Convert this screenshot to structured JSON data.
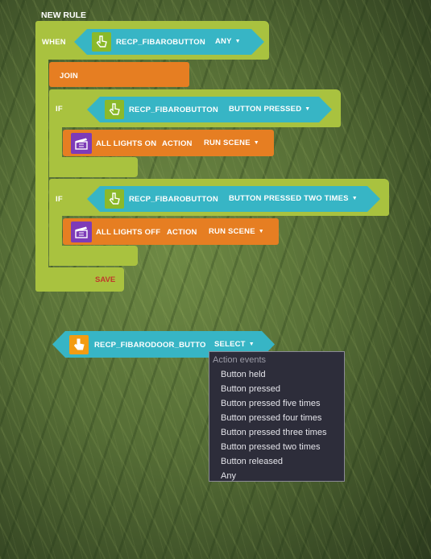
{
  "title": "NEW RULE",
  "when": {
    "label": "WHEN",
    "device": "RECP_FIBAROBUTTON",
    "event": "ANY"
  },
  "join": {
    "label": "JOIN"
  },
  "if1": {
    "label": "IF",
    "device": "RECP_FIBAROBUTTON",
    "event": "BUTTON PRESSED",
    "scene": "ALL LIGHTS ON",
    "action_label": "ACTION",
    "action": "RUN SCENE"
  },
  "if2": {
    "label": "IF",
    "device": "RECP_FIBAROBUTTON",
    "event": "BUTTON PRESSED TWO TIMES",
    "scene": "ALL LIGHTS OFF",
    "action_label": "ACTION",
    "action": "RUN SCENE"
  },
  "save": {
    "label": "SAVE"
  },
  "floating": {
    "device": "RECP_FIBARODOOR_BUTTO",
    "select": "SELECT"
  },
  "dropdown": {
    "header": "Action events",
    "options": [
      "Button held",
      "Button pressed",
      "Button pressed five times",
      "Button pressed four times",
      "Button pressed three times",
      "Button pressed two times",
      "Button released",
      "Any"
    ]
  },
  "colors": {
    "green": "#a9c23f",
    "orange": "#e67e22",
    "cyan": "#37b5c5",
    "purple": "#7d3bb8",
    "save_red": "#c0392b"
  }
}
